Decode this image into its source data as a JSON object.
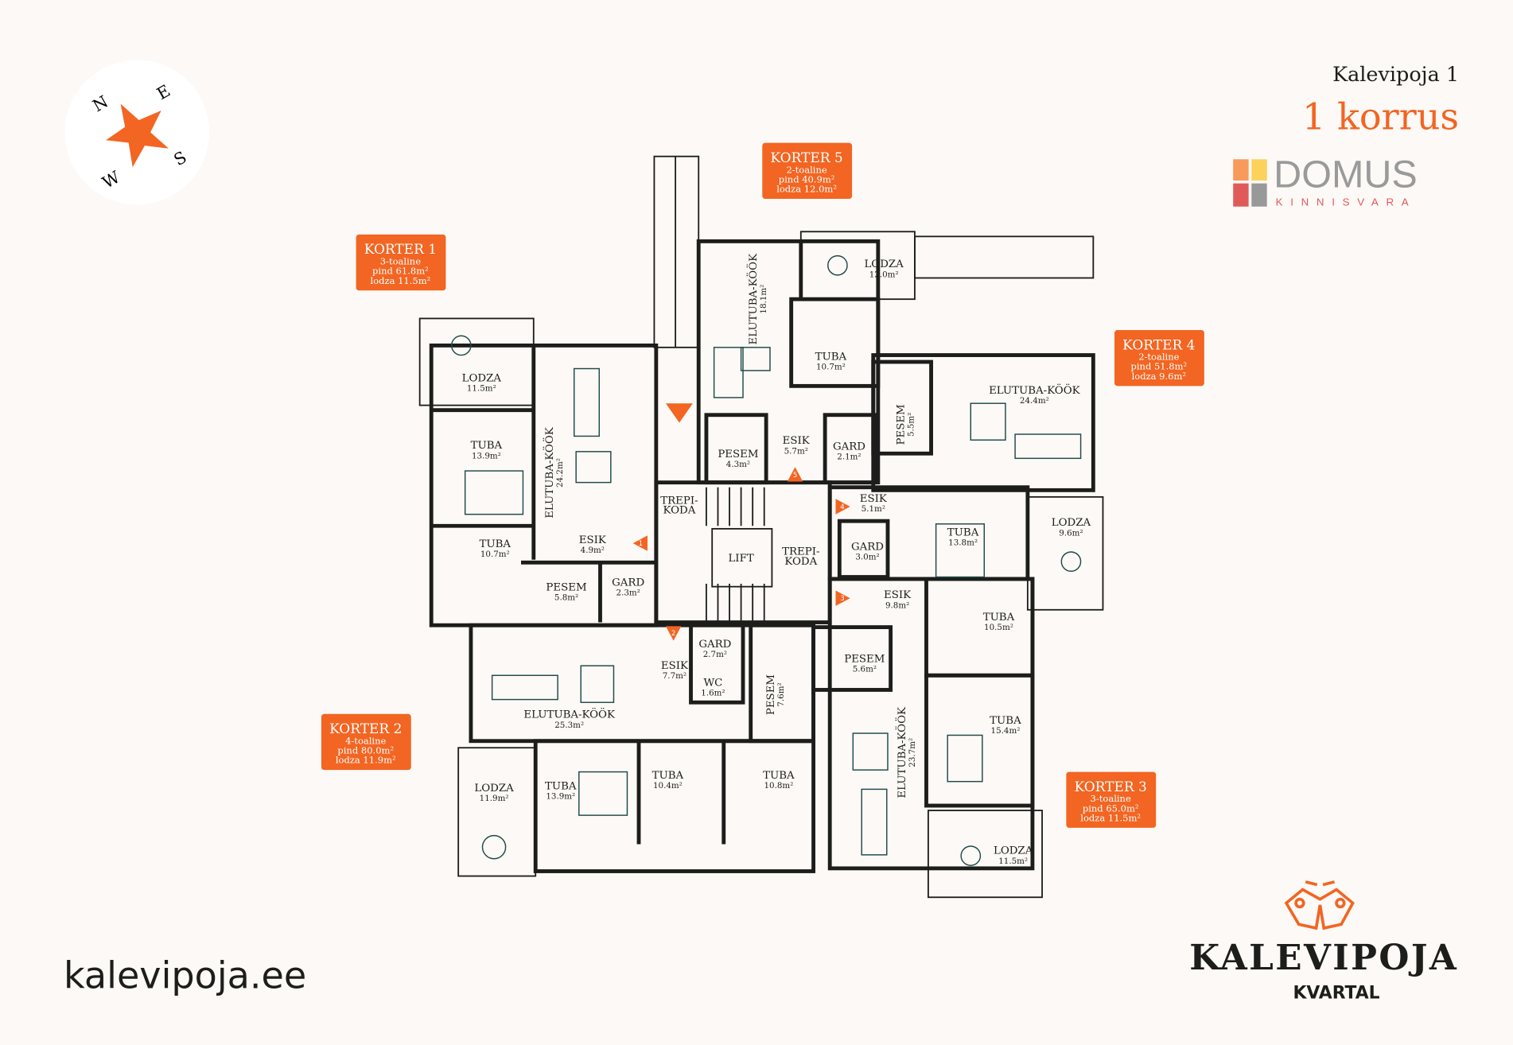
{
  "header": {
    "building": "Kalevipoja 1",
    "floor": "1 korrus",
    "watermark": "DOMUS",
    "watermark_sub": "KINNISVARA"
  },
  "compass": {
    "n": "N",
    "e": "E",
    "s": "S",
    "w": "W"
  },
  "footer": {
    "website": "kalevipoja.ee",
    "logo_title": "KALEVIPOJA",
    "logo_subtitle": "KVARTAL"
  },
  "colors": {
    "accent": "#f26522",
    "wall": "#1d1d1b",
    "furniture": "#1f4b4b",
    "background": "#fcf9f6"
  },
  "apartments": [
    {
      "title": "KORTER 1",
      "rooms": "3-toaline",
      "area": "pind 61.8m²",
      "loggia": "lodza 11.5m²"
    },
    {
      "title": "KORTER 5",
      "rooms": "2-toaline",
      "area": "pind 40.9m²",
      "loggia": "lodza 12.0m²"
    },
    {
      "title": "KORTER 4",
      "rooms": "2-toaline",
      "area": "pind 51.8m²",
      "loggia": "lodza 9.6m²"
    },
    {
      "title": "KORTER 2",
      "rooms": "4-toaline",
      "area": "pind 80.0m²",
      "loggia": "lodza 11.9m²"
    },
    {
      "title": "KORTER 3",
      "rooms": "3-toaline",
      "area": "pind 65.0m²",
      "loggia": "lodza 11.5m²"
    }
  ],
  "rooms": [
    {
      "name": "LODZA",
      "area": "11.5m²"
    },
    {
      "name": "TUBA",
      "area": "13.9m²"
    },
    {
      "name": "ELUTUBA-KÖÖK",
      "area": "24.2m²"
    },
    {
      "name": "TUBA",
      "area": "10.7m²"
    },
    {
      "name": "ESIK",
      "area": "4.9m²"
    },
    {
      "name": "PESEM",
      "area": "5.8m²"
    },
    {
      "name": "GARD",
      "area": "2.3m²"
    },
    {
      "name": "ELUTUBA-KÖÖK",
      "area": "18.1m²"
    },
    {
      "name": "LODZA",
      "area": "12.0m²"
    },
    {
      "name": "TUBA",
      "area": "10.7m²"
    },
    {
      "name": "PESEM",
      "area": "4.3m²"
    },
    {
      "name": "ESIK",
      "area": "5.7m²"
    },
    {
      "name": "GARD",
      "area": "2.1m²"
    },
    {
      "name": "PESEM",
      "area": "5.5m²"
    },
    {
      "name": "ELUTUBA-KÖÖK",
      "area": "24.4m²"
    },
    {
      "name": "ESIK",
      "area": "5.1m²"
    },
    {
      "name": "GARD",
      "area": "3.0m²"
    },
    {
      "name": "TUBA",
      "area": "13.8m²"
    },
    {
      "name": "LODZA",
      "area": "9.6m²"
    },
    {
      "name": "ESIK",
      "area": "9.8m²"
    },
    {
      "name": "TUBA",
      "area": "10.5m²"
    },
    {
      "name": "PESEM",
      "area": "5.6m²"
    },
    {
      "name": "ELUTUBA-KÖÖK",
      "area": "23.7m²"
    },
    {
      "name": "TUBA",
      "area": "15.4m²"
    },
    {
      "name": "LODZA",
      "area": "11.5m²"
    },
    {
      "name": "ESIK",
      "area": "7.7m²"
    },
    {
      "name": "GARD",
      "area": "2.7m²"
    },
    {
      "name": "WC",
      "area": "1.6m²"
    },
    {
      "name": "PESEM",
      "area": "7.6m²"
    },
    {
      "name": "ELUTUBA-KÖÖK",
      "area": "25.3m²"
    },
    {
      "name": "LODZA",
      "area": "11.9m²"
    },
    {
      "name": "TUBA",
      "area": "13.9m²"
    },
    {
      "name": "TUBA",
      "area": "10.4m²"
    },
    {
      "name": "TUBA",
      "area": "10.8m²"
    },
    {
      "name": "TREPI-",
      "area": "KODA"
    },
    {
      "name": "LIFT",
      "area": ""
    },
    {
      "name": "TREPI-",
      "area": "KODA"
    }
  ],
  "entrances": [
    "1",
    "2",
    "3",
    "4",
    "5"
  ]
}
